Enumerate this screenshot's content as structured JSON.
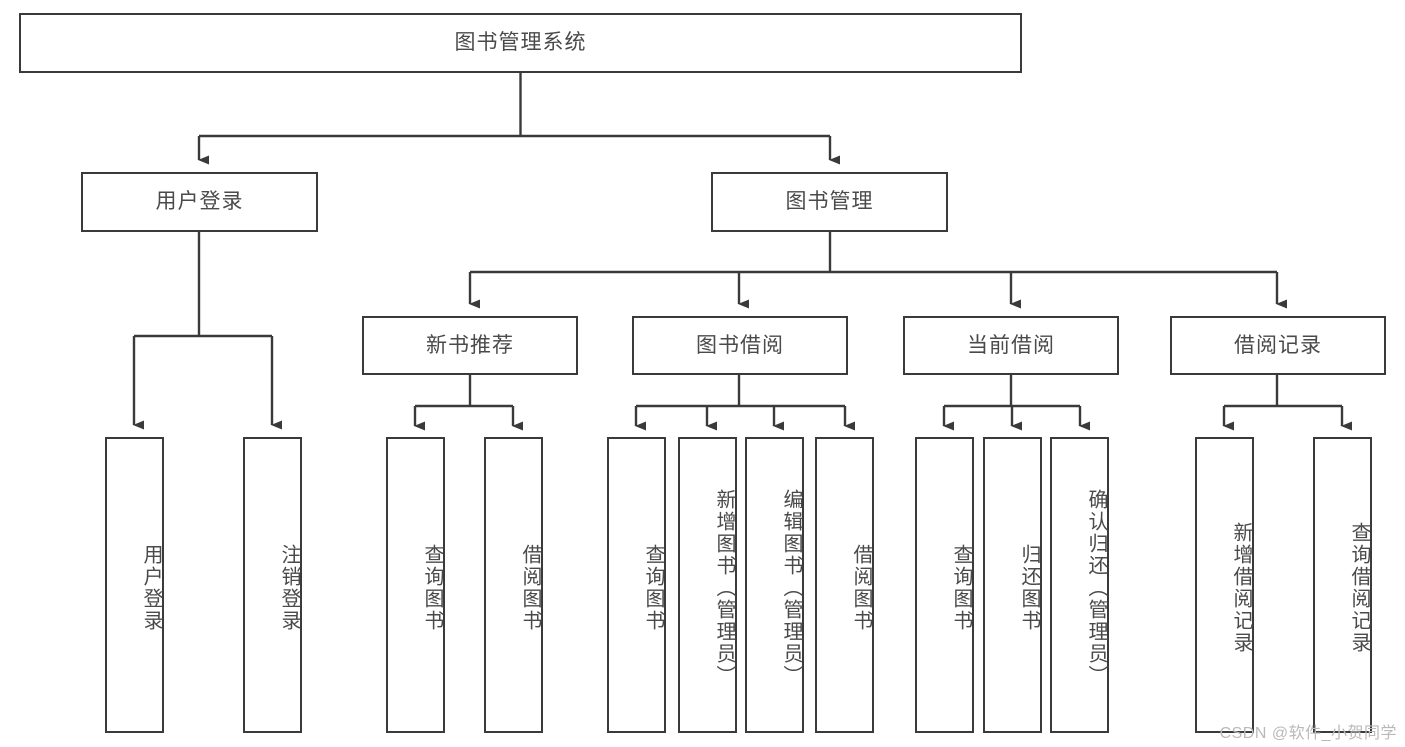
{
  "diagram": {
    "title": "图书管理系统",
    "type": "tree-hierarchy",
    "watermark": "CSDN @软件_小贺同学",
    "colors": {
      "box_border": "#3a3a3a",
      "box_fill": "#ffffff",
      "text": "#4a4a4a",
      "edge": "#3a3a3a",
      "watermark": "#b9b9b9",
      "background": "#ffffff"
    },
    "nodes": {
      "root": {
        "label": "图书管理系统"
      },
      "level1": [
        {
          "label": "用户登录"
        },
        {
          "label": "图书管理"
        }
      ],
      "level2": [
        {
          "label": "新书推荐"
        },
        {
          "label": "图书借阅"
        },
        {
          "label": "当前借阅"
        },
        {
          "label": "借阅记录"
        }
      ],
      "leaves": {
        "user_login": [
          {
            "label": "用户登录"
          },
          {
            "label": "注销登录"
          }
        ],
        "new_book_recommend": [
          {
            "label": "查询图书"
          },
          {
            "label": "借阅图书"
          }
        ],
        "book_borrow": [
          {
            "label": "查询图书"
          },
          {
            "label": "新增图书（管理员）"
          },
          {
            "label": "编辑图书（管理员）"
          },
          {
            "label": "借阅图书"
          }
        ],
        "current_borrow": [
          {
            "label": "查询图书"
          },
          {
            "label": "归还图书"
          },
          {
            "label": "确认归还（管理员）"
          }
        ],
        "borrow_record": [
          {
            "label": "新增借阅记录"
          },
          {
            "label": "查询借阅记录"
          }
        ]
      }
    }
  }
}
